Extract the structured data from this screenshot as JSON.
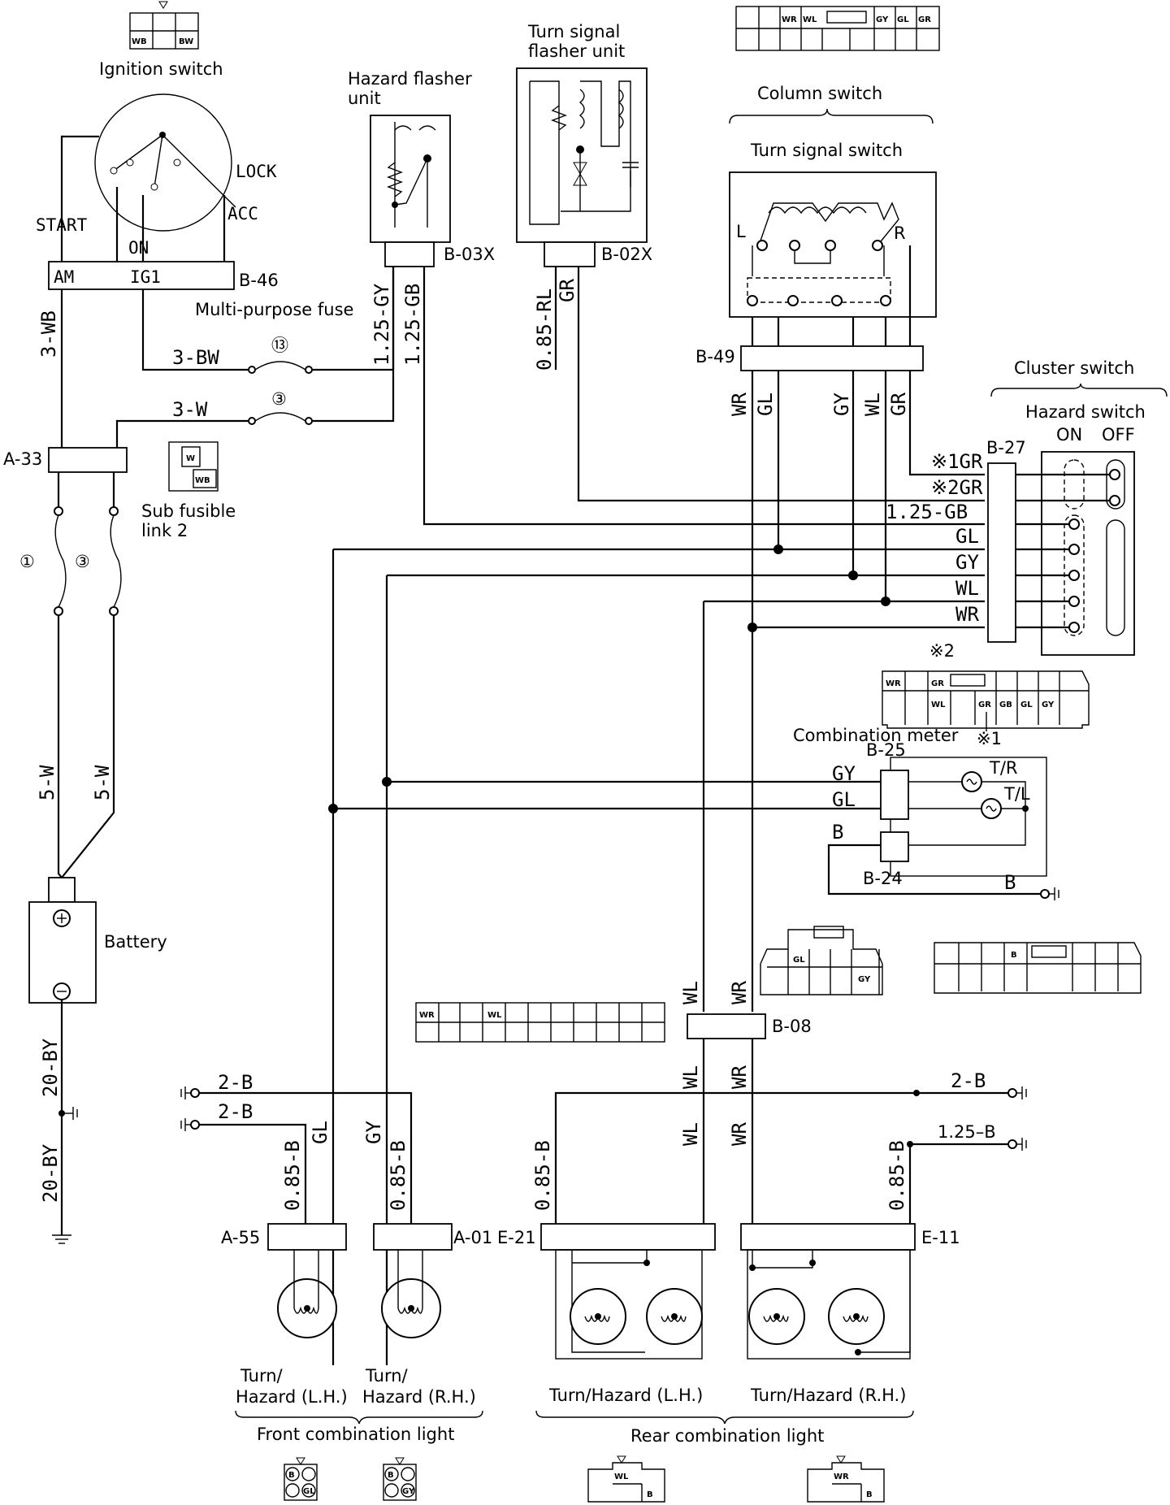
{
  "labels": {
    "ignition_switch": "Ignition switch",
    "lock": "LOCK",
    "start": "START",
    "on": "ON",
    "acc": "ACC",
    "am": "AM",
    "ig1": "IG1",
    "b46": "B-46",
    "multi_purpose_fuse": "Multi-purpose fuse",
    "hazard_flasher_unit_1": "Hazard flasher",
    "hazard_flasher_unit_2": "unit",
    "b03x": "B-03X",
    "turn_signal_flasher_1": "Turn signal",
    "turn_signal_flasher_2": "flasher unit",
    "b02x": "B-02X",
    "column_switch": "Column switch",
    "turn_signal_switch": "Turn signal switch",
    "l": "L",
    "r": "R",
    "b49": "B-49",
    "cluster_switch": "Cluster switch",
    "hazard_switch": "Hazard switch",
    "on_sw": "ON",
    "off_sw": "OFF",
    "b27": "B-27",
    "a33": "A-33",
    "sub_fusible_1": "Sub fusible",
    "sub_fusible_2": "link 2",
    "fuse_1": "①",
    "fuse_3": "③",
    "fuse_13": "⑬",
    "fuse_3b": "③",
    "battery": "Battery",
    "combination_meter": "Combination meter",
    "note_2": "※2",
    "note_1": "※1",
    "b25": "B-25",
    "b24": "B-24",
    "tr": "T/R",
    "tl": "T/L",
    "b08": "B-08",
    "a55": "A-55",
    "a01": "A-01",
    "e21": "E-21",
    "e11": "E-11",
    "front_lh_1": "Turn/",
    "front_lh_2": "Hazard (L.H.)",
    "front_rh_1": "Turn/",
    "front_rh_2": "Hazard (R.H.)",
    "front_combination": "Front combination light",
    "rear_lh": "Turn/Hazard (L.H.)",
    "rear_rh": "Turn/Hazard (R.H.)",
    "rear_combination": "Rear combination light"
  },
  "wires": {
    "w_3wb": "3-WB",
    "w_3bw": "3-BW",
    "w_3w": "3-W",
    "w_125gy": "1.25-GY",
    "w_125gb": "1.25-GB",
    "w_085rl": "0.85-RL",
    "w_gr_top": "GR",
    "w_wr_b49": "WR",
    "w_gl_b49": "GL",
    "w_gy_b49": "GY",
    "w_wl_b49": "WL",
    "w_gr_b49": "GR",
    "w_gr1": "※1GR",
    "w_gr2": "※2GR",
    "w_125gb_h": "1.25-GB",
    "w_gl_h": "GL",
    "w_gy_h": "GY",
    "w_wl_h": "WL",
    "w_wr_h": "WR",
    "w_5w_a": "5-W",
    "w_5w_b": "5-W",
    "w_20by_a": "20-BY",
    "w_20by_b": "20-BY",
    "w_gy_b25": "GY",
    "w_gl_b25": "GL",
    "w_b_b24": "B",
    "w_b_gnd": "B",
    "w_wl_b08": "WL",
    "w_wr_b08": "WR",
    "w_wl_lo": "WL",
    "w_wr_lo": "WR",
    "w_wl_lo2": "WL",
    "w_wr_lo2": "WR",
    "w_2b_a": "2-B",
    "w_2b_b": "2-B",
    "w_2b_c": "2-B",
    "w_125b": "1.25–B",
    "w_085b_a": "0.85-B",
    "w_gl_a55": "GL",
    "w_gy_a01": "GY",
    "w_085b_b": "0.85-B",
    "w_085b_c": "0.85-B",
    "w_085b_d": "0.85-B"
  },
  "connector_pins": {
    "ign": [
      "WB",
      "BW"
    ],
    "fusible": [
      "W",
      "WB"
    ],
    "column": [
      "WR",
      "WL",
      "GY",
      "GL",
      "GR"
    ],
    "meter_top": [
      "WR",
      "GR"
    ],
    "meter_bottom": [
      "WL",
      "GR",
      "GB",
      "GL",
      "GY"
    ],
    "b25": [
      "GL",
      "GY"
    ],
    "b24": [
      "B"
    ],
    "b08": [
      "WR",
      "WL"
    ],
    "front_lh": [
      "B",
      "GL"
    ],
    "front_rh": [
      "B",
      "GY"
    ],
    "rear_lh": [
      "WL",
      "B"
    ],
    "rear_rh": [
      "WR",
      "B"
    ]
  }
}
